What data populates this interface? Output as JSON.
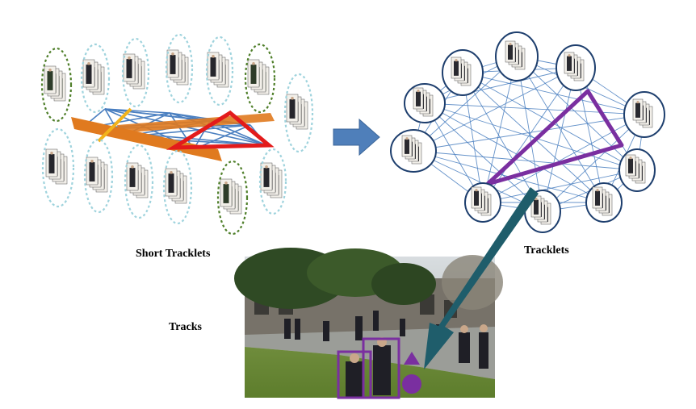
{
  "labels": {
    "short_tracklets": "Short Tracklets",
    "tracklets": "Tracklets",
    "tracks": "Tracks"
  },
  "colors": {
    "ellipse_dashed": "#9fd3dd",
    "ellipse_dashed_green": "#4f7f2a",
    "edge_blue": "#4a7fc0",
    "highlight_orange": "#e07a1f",
    "highlight_yellow": "#f2b31b",
    "highlight_red": "#e31b1b",
    "highlight_purple": "#7a2fa0",
    "arrow_blue": "#4f7fba",
    "arrow_teal": "#1f5d6b",
    "ellipse_solid": "#1e3f6e"
  },
  "icons": [
    "right-arrow-icon",
    "diagonal-arrow-icon",
    "triangle-marker-icon",
    "circle-marker-icon"
  ]
}
